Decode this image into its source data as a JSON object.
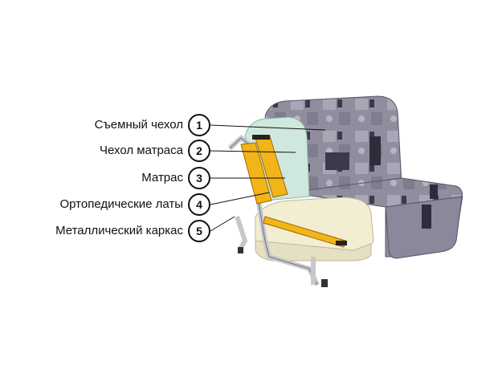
{
  "callouts": [
    {
      "number": "1",
      "label": "Съемный чехол"
    },
    {
      "number": "2",
      "label": "Чехол матраса"
    },
    {
      "number": "3",
      "label": "Матрас"
    },
    {
      "number": "4",
      "label": "Ортопедические латы"
    },
    {
      "number": "5",
      "label": "Металлический каркас"
    }
  ],
  "colors": {
    "fabric": "#8f8d9e",
    "fabric_dark": "#3c3a4a",
    "mattress_cover": "#cfe8de",
    "mattress": "#f3eed2",
    "slats": "#f2b417",
    "frame": "#c7c7cc",
    "outline": "#111111"
  },
  "icons": [
    "sofa-bed-illustration"
  ]
}
